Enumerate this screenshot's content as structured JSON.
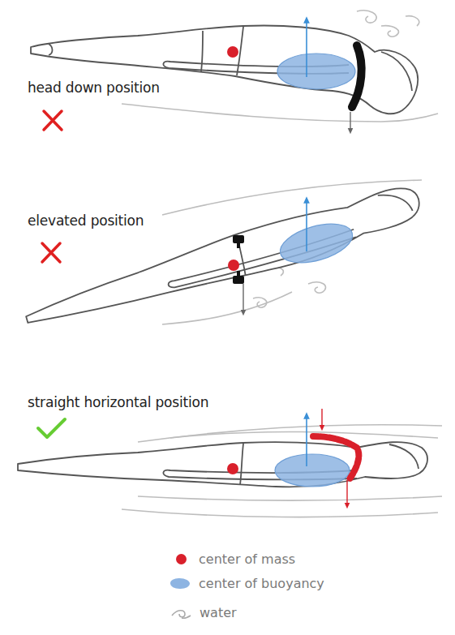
{
  "diagram": {
    "labels": [
      "head down position",
      "elevated position",
      "straight horizontal position"
    ],
    "legend": [
      {
        "text": "center of mass",
        "color": "#d9202b"
      },
      {
        "text": "center of buoyancy",
        "color": "#8db4e2"
      },
      {
        "text": "water"
      }
    ]
  }
}
